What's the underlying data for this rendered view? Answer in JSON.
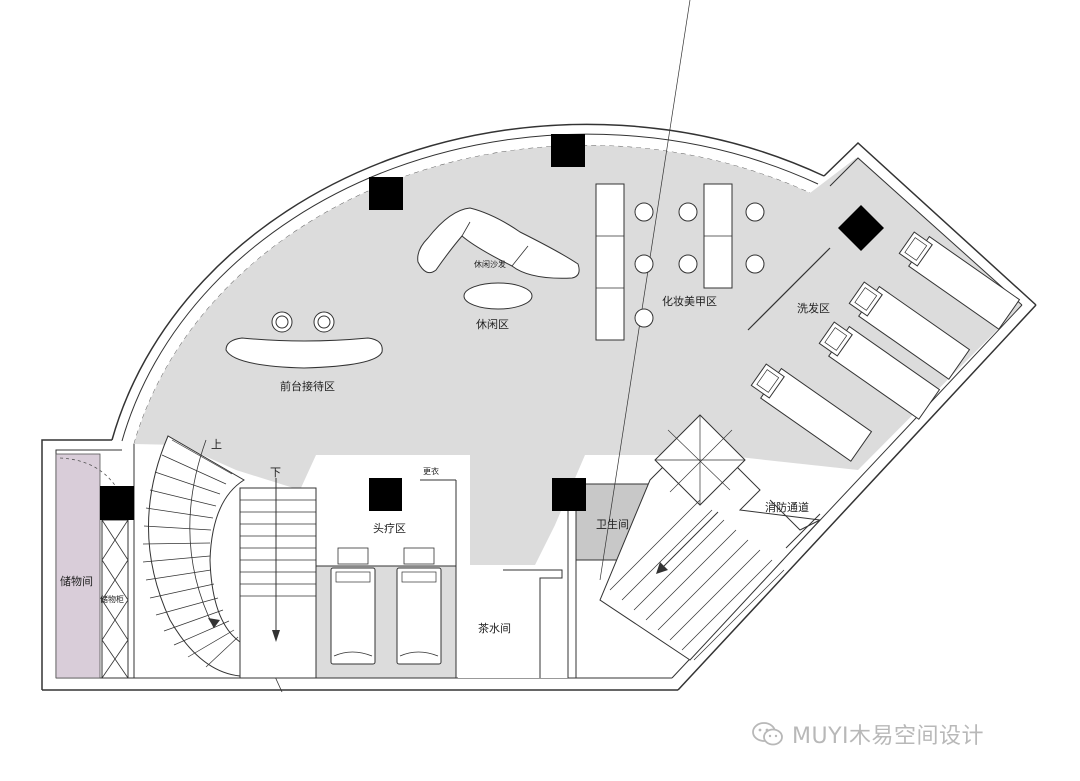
{
  "labels": {
    "reception": "前台接待区",
    "lounge_sofa": "休闲沙发",
    "lounge": "休闲区",
    "makeup": "化妆美甲区",
    "wash": "洗发区",
    "head_spa": "头疗区",
    "changing": "更衣",
    "restroom": "卫生间",
    "tea_room": "茶水间",
    "storage": "储物间",
    "storage_cabinet": "储物柜",
    "fire_exit": "消防通道",
    "stair_up": "上",
    "stair_down": "下"
  },
  "watermark": {
    "icon": "wechat-icon",
    "text": "MUYI木易空间设计"
  },
  "colors": {
    "floor": "#dcdcdc",
    "line": "#333333",
    "column": "#000000",
    "storage": "#d9cdd9",
    "restroom": "#c8c8c8",
    "watermark": "#b8b8b8"
  }
}
